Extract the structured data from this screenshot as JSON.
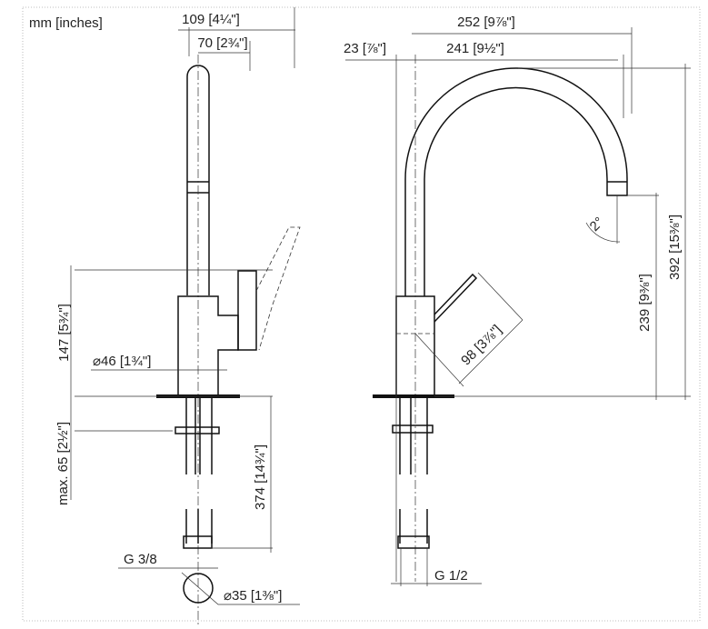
{
  "units_label": "mm [inches]",
  "side_view": {
    "width_total": "109 [4¼\"]",
    "width_handle": "70 [2¾\"]",
    "body_height": "147 [5¾\"]",
    "body_diameter": "⌀46 [1¾\"]",
    "max_counter_thickness": "max. 65 [2½\"]",
    "connection_length": "374 [14¾\"]",
    "thread": "G 3/8",
    "hole_diameter": "⌀35 [1⅜\"]"
  },
  "front_view": {
    "reach_outer": "252 [9⅞\"]",
    "offset": "23 [⅞\"]",
    "reach": "241 [9½\"]",
    "spout_angle": "2°",
    "total_height": "392 [15⅜\"]",
    "spout_height": "239 [9⅜\"]",
    "lever_length": "98 [3⅞\"]",
    "thread": "G 1/2"
  }
}
